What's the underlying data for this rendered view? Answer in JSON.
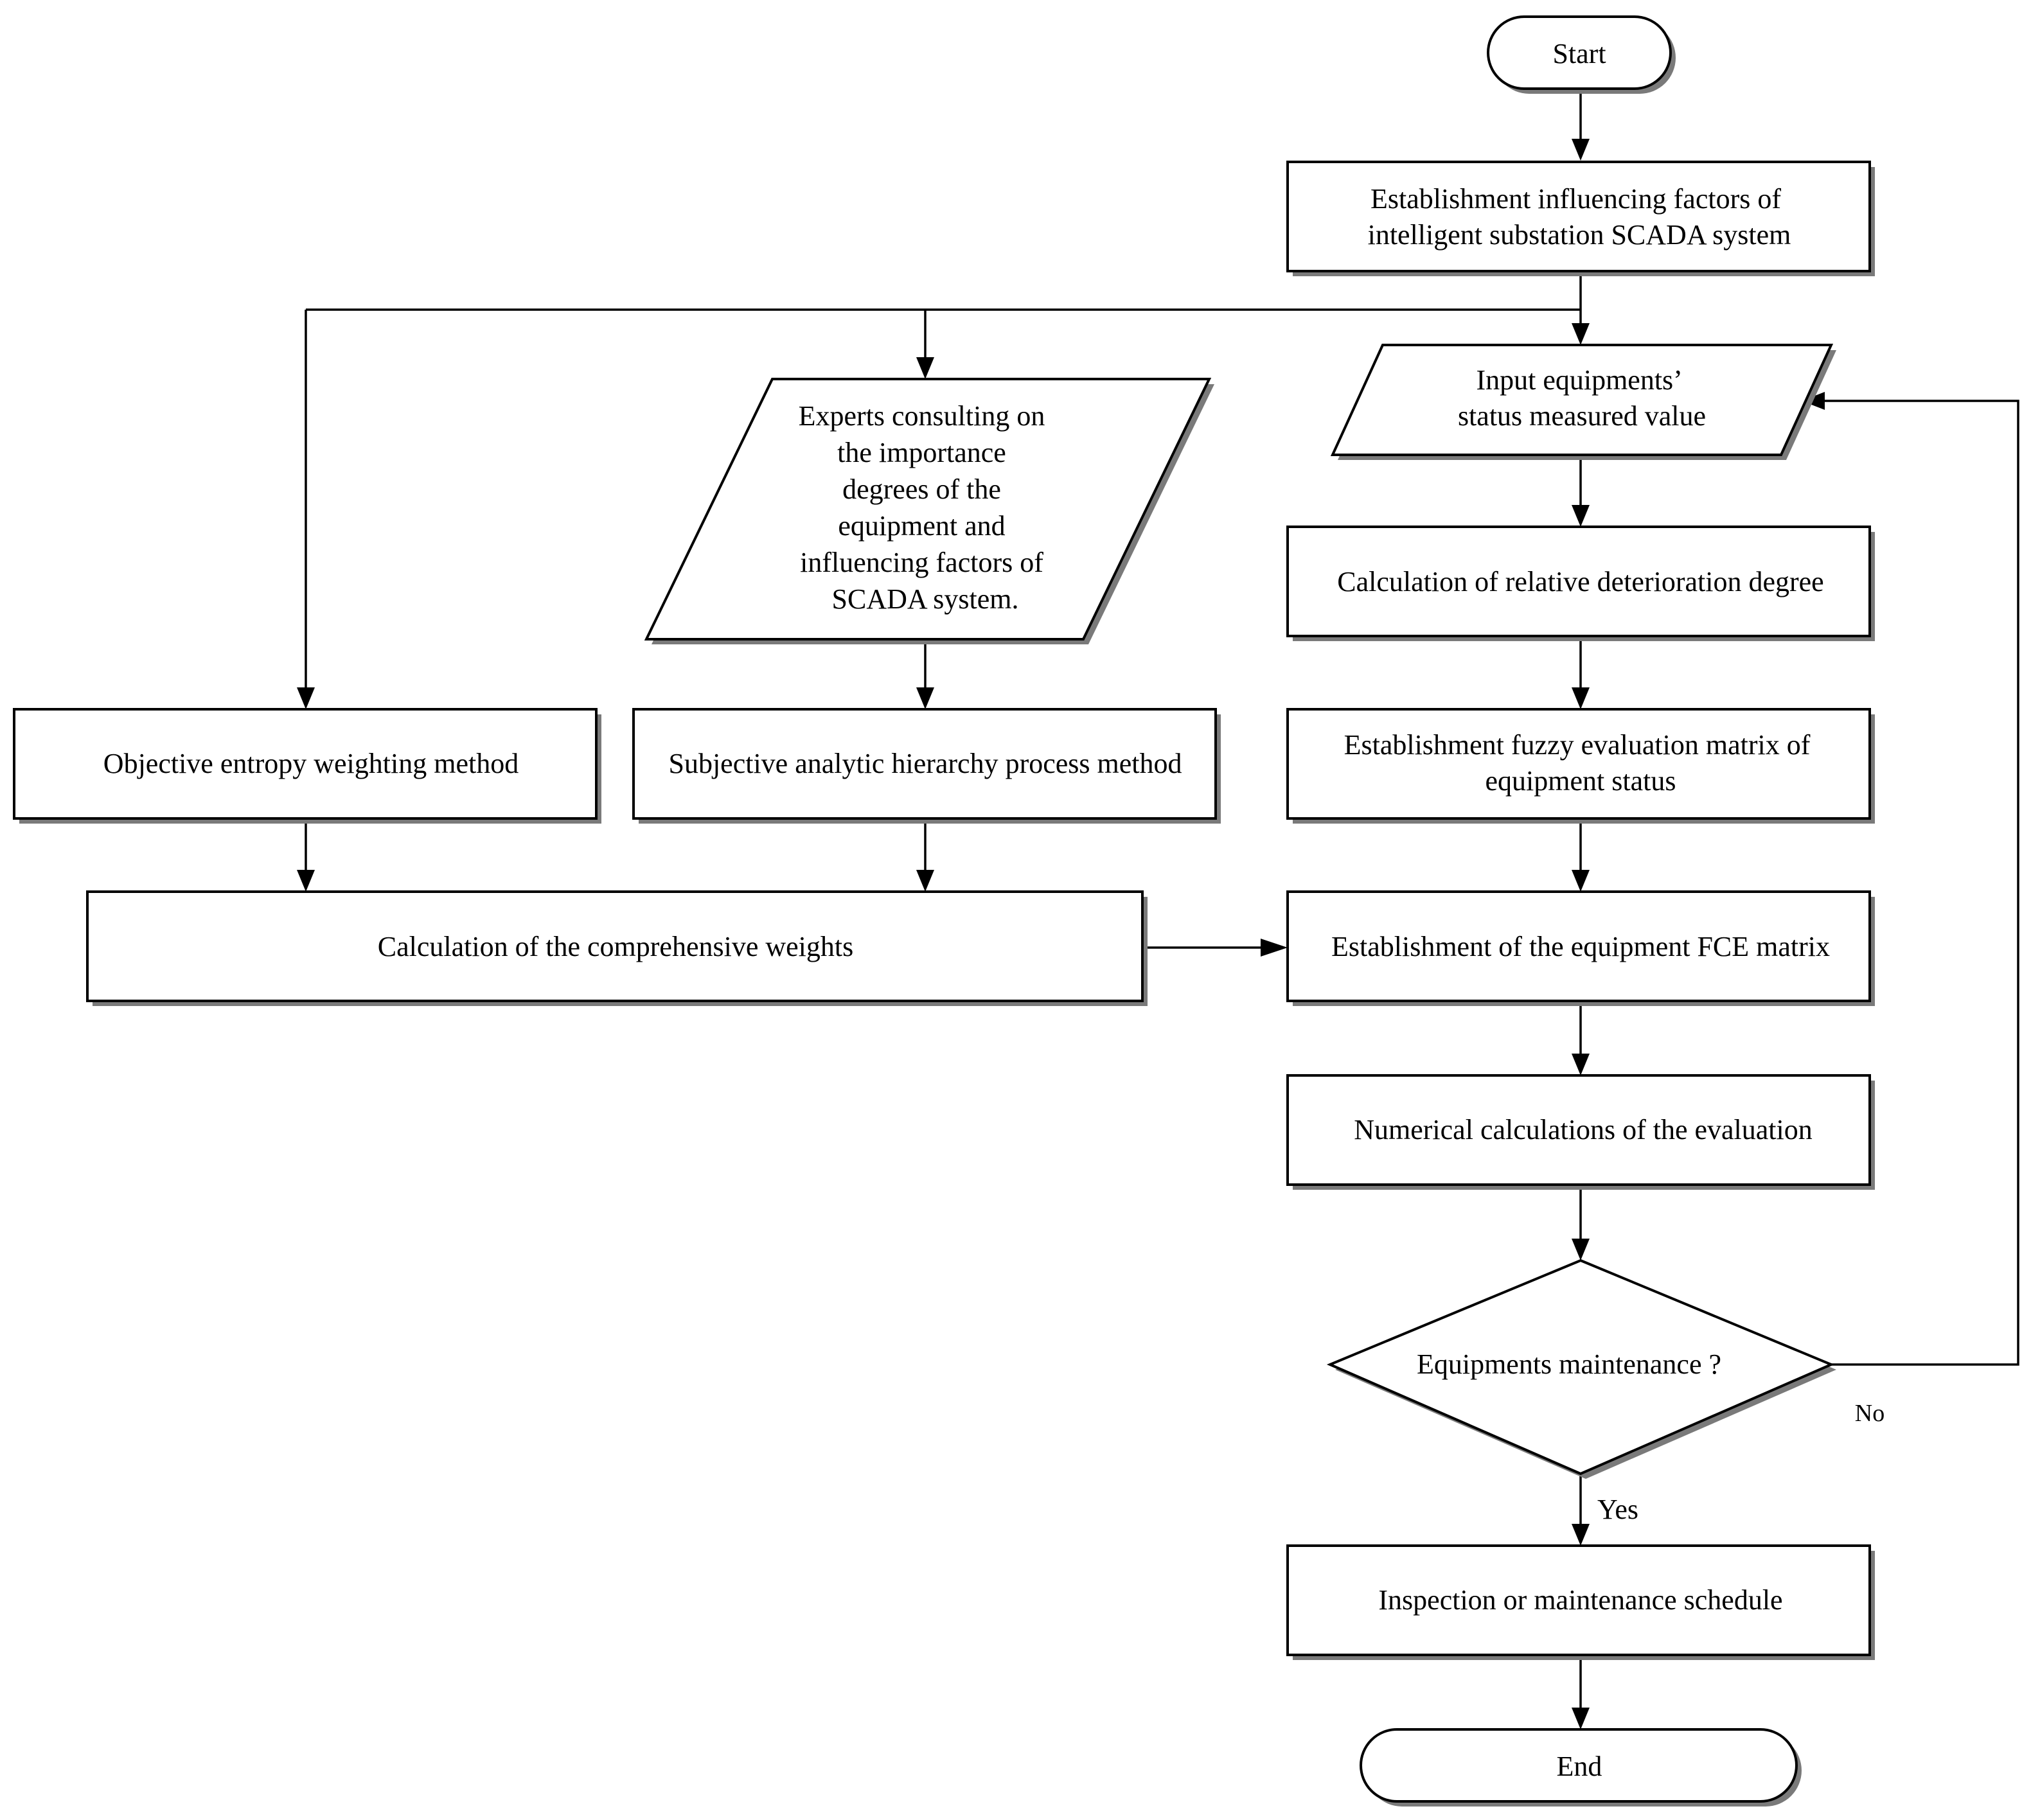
{
  "flowchart": {
    "start": "Start",
    "establish_factors": [
      "Establishment  influencing factors of",
      "intelligent substation SCADA system"
    ],
    "input_values": [
      "Input equipments’",
      "status measured value"
    ],
    "experts_consulting": [
      "Experts consulting on",
      "the importance",
      "degrees of the",
      "equipment and",
      "influencing factors of",
      "SCADA system."
    ],
    "relative_deterioration": "Calculation of relative deterioration degree",
    "objective_entropy": "Objective entropy weighting method",
    "subjective_ahp": "Subjective analytic hierarchy process method",
    "fuzzy_matrix": [
      "Establishment fuzzy evaluation matrix of",
      "equipment status"
    ],
    "comprehensive_weights": "Calculation of the comprehensive weights",
    "fce_matrix": "Establishment of the equipment FCE matrix",
    "numerical_calculations": "Numerical calculations of the evaluation",
    "decision": "Equipments maintenance ?",
    "no_label": "No",
    "yes_label": "Yes",
    "schedule": "Inspection or maintenance schedule",
    "end": "End"
  }
}
